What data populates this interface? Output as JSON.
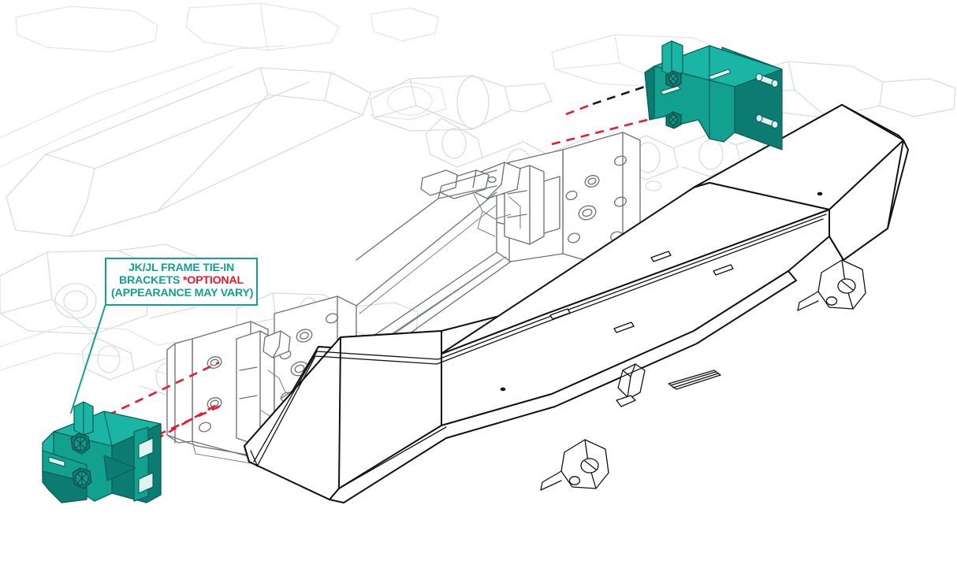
{
  "document": {
    "kind": "technical-installation-illustration",
    "subject": "Rear bumper with JK/JL frame tie-in brackets",
    "background_color": "#ffffff"
  },
  "callout": {
    "line1": "JK/JL FRAME TIE-IN",
    "line2_prefix": "BRACKETS ",
    "line2_emphasis": "*OPTIONAL",
    "line3": "(APPEARANCE MAY VARY)",
    "border_color": "#12a08f",
    "text_color": "#12a08f",
    "emphasis_color": "#e8192c",
    "leader_color": "#12a08f"
  },
  "colors": {
    "highlight_part_fill": "#12a08f",
    "highlight_part_fill_dark": "#0c7b72",
    "highlight_part_fill_light": "#1ab5a5",
    "highlight_part_stroke": "#0a5f59",
    "assembly_line": "#1a1a1a",
    "frame_line": "#6f7479",
    "ghost_line": "#d9dce0",
    "alignment_dash": "#e8192c",
    "alignment_dash_dark": "#1a1a1a"
  },
  "parts": [
    {
      "id": "bracket-upper-right",
      "name": "JK/JL frame tie-in bracket (passenger side)",
      "highlighted": true,
      "features": [
        "hex bolt upper",
        "hex bolt lower",
        "slot upper",
        "slot middle",
        "slot lower",
        "flange plate"
      ]
    },
    {
      "id": "bracket-lower-left",
      "name": "JK/JL frame tie-in bracket (driver side)",
      "highlighted": true,
      "features": [
        "hex bolt upper",
        "hex bolt lower",
        "slot upper",
        "slot lower",
        "gusset rib",
        "flange plate"
      ]
    },
    {
      "id": "bumper-main",
      "name": "Rear bumper assembly",
      "highlighted": false,
      "features": [
        "angled end cap left",
        "angled end cap right",
        "d-ring tab left",
        "d-ring tab right",
        "license plate slot",
        "mounting slots",
        "drain hole"
      ]
    },
    {
      "id": "frame-rail-left",
      "name": "Vehicle frame rail end plate (driver side)",
      "highlighted": false
    },
    {
      "id": "frame-rail-right",
      "name": "Vehicle frame rail end plate (passenger side)",
      "highlighted": false
    },
    {
      "id": "ghost-driveline",
      "name": "Ghosted driveshaft, axle and exhaust",
      "highlighted": false
    }
  ],
  "alignment_indicators": [
    {
      "id": "dash-upper-1",
      "style": "dashed",
      "color": "#1a1a1a",
      "from": "bracket-upper-right bolt",
      "to": "frame-rail-right hole"
    },
    {
      "id": "dash-upper-2",
      "style": "dashed",
      "color": "#e8192c",
      "from": "bracket-upper-right bolt",
      "to": "frame-rail-right hole"
    },
    {
      "id": "dash-lower-1",
      "style": "dashed",
      "color": "#e8192c",
      "from": "bracket-lower-left bolt",
      "to": "frame-rail-left hole"
    },
    {
      "id": "dash-lower-2",
      "style": "dashed",
      "color": "#e8192c",
      "from": "bracket-lower-left bolt",
      "to": "frame-rail-left hole"
    }
  ]
}
